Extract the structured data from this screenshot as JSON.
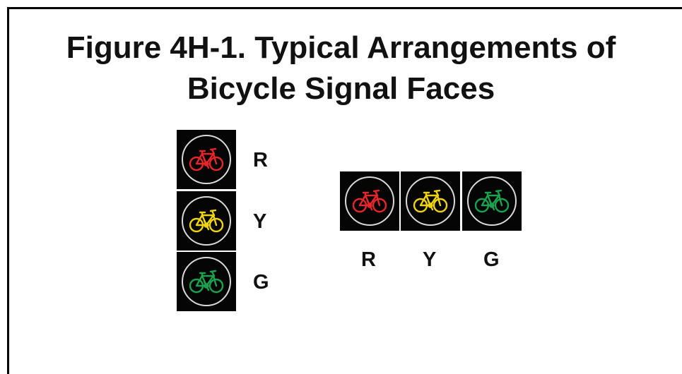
{
  "figure": {
    "title_line1": "Figure 4H-1.  Typical Arrangements of",
    "title_line2": "Bicycle Signal Faces"
  },
  "vertical_arrangement": {
    "faces": [
      {
        "label": "R",
        "color": "#e5262b"
      },
      {
        "label": "Y",
        "color": "#efd40c"
      },
      {
        "label": "G",
        "color": "#1aa24f"
      }
    ]
  },
  "horizontal_arrangement": {
    "faces": [
      {
        "label": "R",
        "color": "#e5262b"
      },
      {
        "label": "Y",
        "color": "#efd40c"
      },
      {
        "label": "G",
        "color": "#1aa24f"
      }
    ]
  },
  "colors": {
    "housing": "#050505",
    "lens_ring": "#d9d9d9"
  }
}
